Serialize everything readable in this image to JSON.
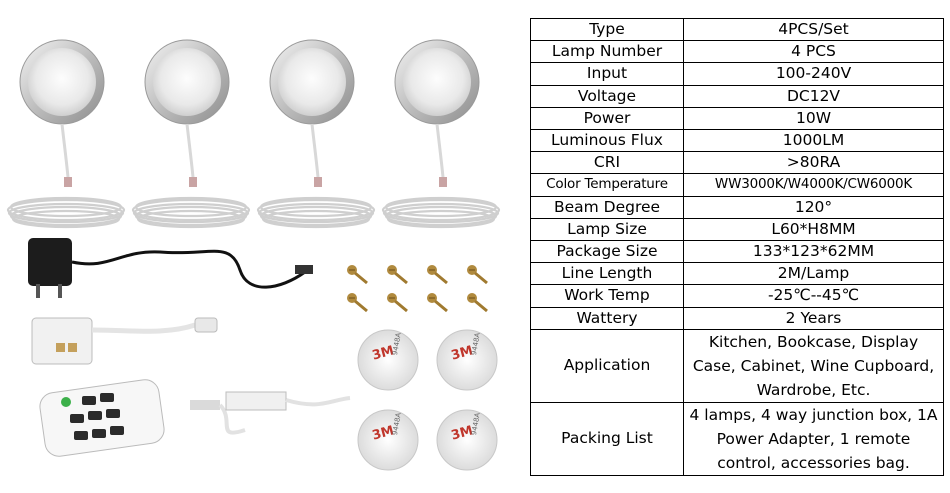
{
  "product_image": {
    "description_icons": [
      "lamp-icon",
      "power-adapter-icon",
      "junction-box-icon",
      "remote-control-icon",
      "dimmer-cable-icon",
      "screw-icon",
      "adhesive-pad-icon"
    ],
    "adhesive_pad_text": "3M",
    "adhesive_pad_code": "9448A"
  },
  "specs": [
    {
      "label": "Type",
      "value": "4PCS/Set"
    },
    {
      "label": "Lamp Number",
      "value": "4 PCS"
    },
    {
      "label": "Input",
      "value": "100-240V"
    },
    {
      "label": "Voltage",
      "value": "DC12V"
    },
    {
      "label": "Power",
      "value": "10W"
    },
    {
      "label": "Luminous Flux",
      "value": "1000LM"
    },
    {
      "label": "CRI",
      "value": ">80RA"
    },
    {
      "label": "Color Temperature",
      "value": "WW3000K/W4000K/CW6000K"
    },
    {
      "label": "Beam Degree",
      "value": "120°"
    },
    {
      "label": "Lamp Size",
      "value": "L60*H8MM"
    },
    {
      "label": "Package Size",
      "value": "133*123*62MM"
    },
    {
      "label": "Line Length",
      "value": "2M/Lamp"
    },
    {
      "label": "Work Temp",
      "value": "-25℃--45℃"
    },
    {
      "label": "Wattery",
      "value": "2 Years"
    },
    {
      "label": "Application",
      "value": "Kitchen, Bookcase, Display Case, Cabinet, Wine Cupboard, Wardrobe, Etc."
    },
    {
      "label": "Packing List",
      "value": "4 lamps, 4 way junction box, 1A Power Adapter, 1 remote control, accessories bag."
    }
  ]
}
